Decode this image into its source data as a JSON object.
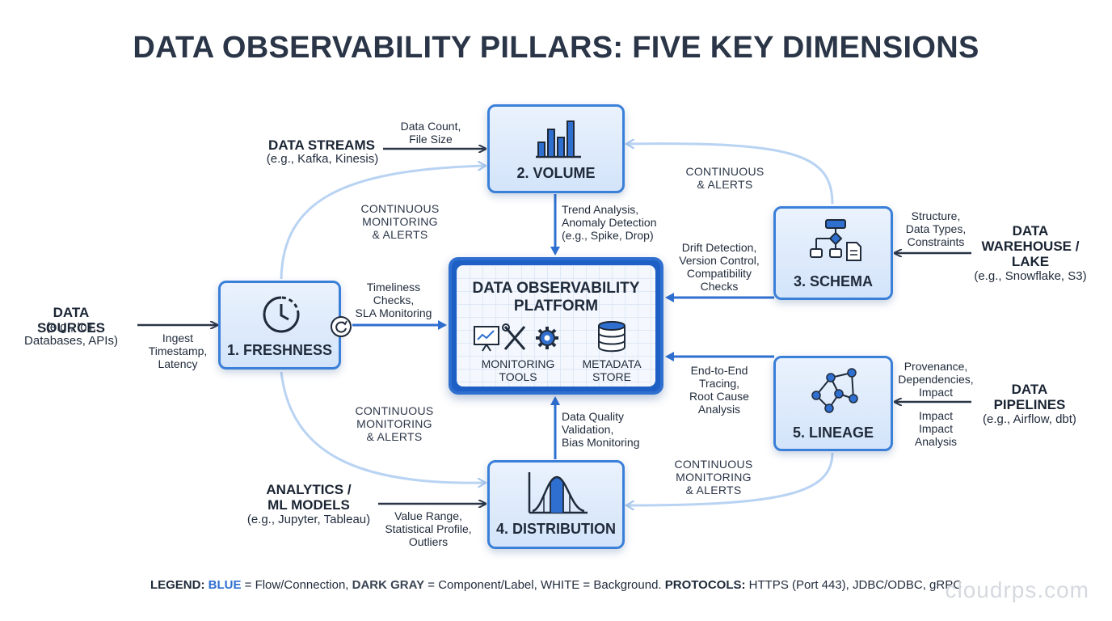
{
  "title": "DATA OBSERVABILITY PILLARS: FIVE KEY DIMENSIONS",
  "pillars": {
    "volume": {
      "title": "2. VOLUME"
    },
    "freshness": {
      "title": "1. FRESHNESS"
    },
    "schema": {
      "title": "3. SCHEMA"
    },
    "lineage": {
      "title": "5. LINEAGE"
    },
    "distribution": {
      "title": "4. DISTRIBUTION"
    }
  },
  "center": {
    "title_line1": "DATA OBSERVABILITY",
    "title_line2": "PLATFORM",
    "tools_line1": "MONITORING",
    "tools_line2": "TOOLS",
    "store_line1": "METADATA",
    "store_line2": "STORE"
  },
  "sources": {
    "streams": {
      "title": "DATA STREAMS",
      "sub": "(e.g., Kafka, Kinesis)"
    },
    "data_sources": {
      "title": "DATA SOURCES",
      "sub1": "(e.g., IoT,",
      "sub2": "Databases, APIs)"
    },
    "analytics": {
      "title1": "ANALYTICS /",
      "title2": "ML MODELS",
      "sub": "(e.g., Jupyter, Tableau)"
    },
    "warehouse": {
      "title1": "DATA",
      "title2": "WAREHOUSE /",
      "title3": "LAKE",
      "sub": "(e.g., Snowflake, S3)"
    },
    "pipelines": {
      "title1": "DATA",
      "title2": "PIPELINES",
      "sub": "(e.g., Airflow, dbt)"
    }
  },
  "edge_labels": {
    "volume_in": [
      "Data Count,",
      "File Size"
    ],
    "freshness_in": [
      "Ingest",
      "Timestamp,",
      "Latency"
    ],
    "distribution_in": [
      "Value Range,",
      "Statistical Profile,",
      "Outliers"
    ],
    "schema_in": [
      "Structure,",
      "Data Types,",
      "Constraints"
    ],
    "lineage_in": [
      "Provenance,",
      "Dependencies,",
      "Impact"
    ],
    "lineage_in2": [
      "Impact",
      "Impact",
      "Analysis"
    ],
    "volume_to_center": [
      "Trend Analysis,",
      "Anomaly Detection",
      "(e.g., Spike, Drop)"
    ],
    "freshness_to_center": [
      "Timeliness",
      "Checks,",
      "SLA Monitoring"
    ],
    "schema_to_center": [
      "Drift Detection,",
      "Version Control,",
      "Compatibility",
      "Checks"
    ],
    "lineage_to_center": [
      "End-to-End",
      "Tracing,",
      "Root Cause",
      "Analysis"
    ],
    "distribution_to_center": [
      "Data Quality",
      "Validation,",
      "Bias Monitoring"
    ]
  },
  "continuous": {
    "top_left": [
      "CONTINUOUS",
      "MONITORING",
      "& ALERTS"
    ],
    "top_right": [
      "CONTINUOUS",
      "& ALERTS"
    ],
    "bottom_left": [
      "CONTINUOUS",
      "MONITORING",
      "& ALERTS"
    ],
    "bottom_right": [
      "CONTINUOUS",
      "MONITORING",
      "& ALERTS"
    ]
  },
  "legend": {
    "label": "LEGEND:",
    "blue": "BLUE",
    "blue_desc": " = Flow/Connection, ",
    "gray": "DARK GRAY",
    "gray_desc": " = Component/Label, WHITE = Background. ",
    "protocols": "PROTOCOLS:",
    "protocols_desc": " HTTPS (Port 443), JDBC/ODBC, gRPC"
  },
  "watermark": "cloudrps.com",
  "colors": {
    "accent": "#2f6fd0",
    "light_blue": "#b9d3f3",
    "dark": "#2a3547",
    "pillar_fill": "#dbe8fb"
  }
}
